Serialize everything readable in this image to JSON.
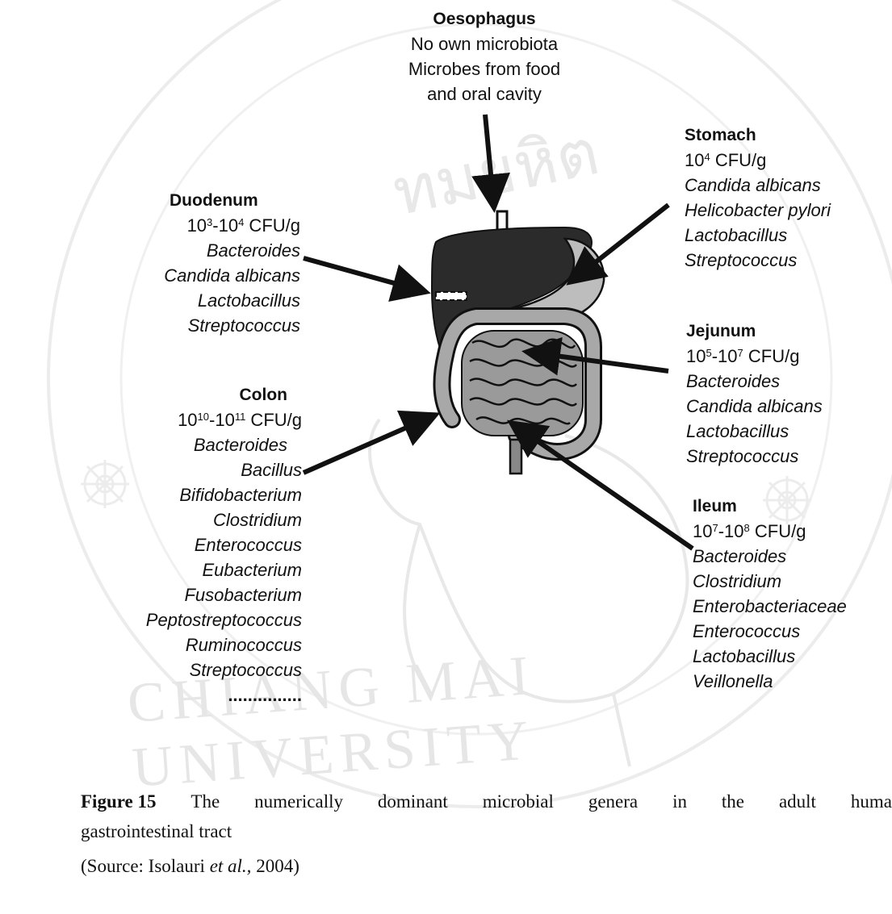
{
  "watermark": {
    "university_text": "CHIANG MAI UNIVERSITY",
    "thai_text": "ทมยหิต"
  },
  "regions": {
    "oesophagus": {
      "name": "Oesophagus",
      "lines": [
        "No own microbiota",
        "Microbes from food",
        "and oral cavity"
      ]
    },
    "stomach": {
      "name": "Stomach",
      "count_base": "10",
      "count_exp": "4",
      "count_unit": " CFU/g",
      "genera": [
        "Candida albicans",
        "Helicobacter pylori",
        "Lactobacillus",
        "Streptococcus"
      ]
    },
    "duodenum": {
      "name": "Duodenum",
      "count_base1": "10",
      "count_exp1": "3",
      "count_sep": "-10",
      "count_exp2": "4",
      "count_unit": " CFU/g",
      "genera": [
        "Bacteroides",
        "Candida albicans",
        "Lactobacillus",
        "Streptococcus"
      ]
    },
    "jejunum": {
      "name": "Jejunum",
      "count_base1": "10",
      "count_exp1": "5",
      "count_sep": "-10",
      "count_exp2": "7",
      "count_unit": " CFU/g",
      "genera": [
        "Bacteroides",
        "Candida albicans",
        "Lactobacillus",
        "Streptococcus"
      ]
    },
    "colon": {
      "name": "Colon",
      "count_base1": "10",
      "count_exp1": "10",
      "count_sep": "-10",
      "count_exp2": "11",
      "count_unit": " CFU/g",
      "genera": [
        "Bacteroides",
        "Bacillus",
        "Bifidobacterium",
        "Clostridium",
        "Enterococcus",
        "Eubacterium",
        "Fusobacterium",
        "Peptostreptococcus",
        "Ruminococcus",
        "Streptococcus"
      ],
      "ellipsis": "..............."
    },
    "ileum": {
      "name": "Ileum",
      "count_base1": "10",
      "count_exp1": "7",
      "count_sep": "-10",
      "count_exp2": "8",
      "count_unit": " CFU/g",
      "genera": [
        "Bacteroides",
        "Clostridium",
        "Enterobacteriaceae",
        "Enterococcus",
        "Lactobacillus",
        "Veillonella"
      ]
    }
  },
  "caption": {
    "figure_label": "Figure 15",
    "words": [
      "The",
      "numerically",
      "dominant",
      "microbial",
      "genera",
      "in",
      "the",
      "adult",
      "huma"
    ],
    "line2": "gastrointestinal tract",
    "source_prefix": "(Source: Isolauri ",
    "source_italic": "et al.,",
    "source_suffix": " 2004)"
  },
  "colors": {
    "ink": "#111111",
    "organ_fill": "#2b2b2b",
    "intestine_fill": "#9a9a9a",
    "watermark": "#e6e6e6"
  }
}
